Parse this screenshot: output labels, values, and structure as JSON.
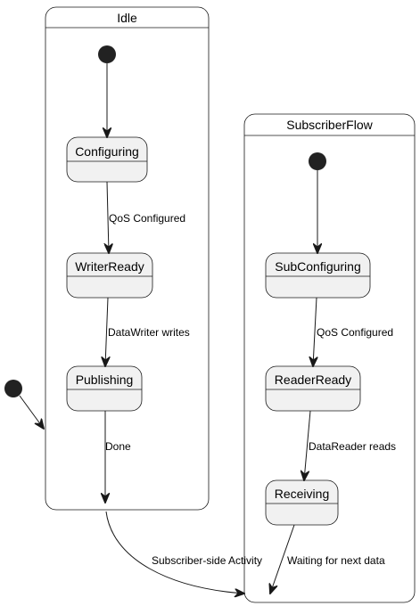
{
  "colors": {
    "background": "#ffffff",
    "state_fill": "#f1f1f1",
    "border": "#181818",
    "initial_node": "#222222"
  },
  "composites": {
    "idle": {
      "title": "Idle"
    },
    "subscriber_flow": {
      "title": "SubscriberFlow"
    }
  },
  "states": {
    "configuring": "Configuring",
    "writer_ready": "WriterReady",
    "publishing": "Publishing",
    "sub_configuring": "SubConfiguring",
    "reader_ready": "ReaderReady",
    "receiving": "Receiving"
  },
  "transitions": {
    "qos_configured_writer": "QoS Configured",
    "datawriter_writes": "DataWriter writes",
    "done": "Done",
    "subscriber_side_activity": "Subscriber-side Activity",
    "qos_configured_reader": "QoS Configured",
    "datareader_reads": "DataReader reads",
    "waiting_for_next_data": "Waiting for next data"
  }
}
